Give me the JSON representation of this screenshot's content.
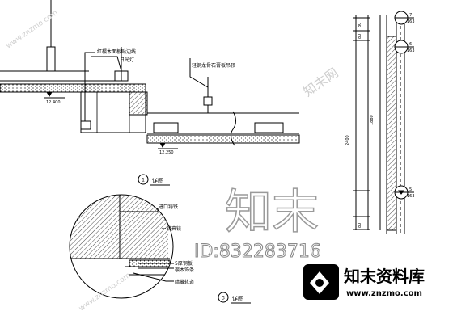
{
  "drawing": {
    "note_ceiling_light": "红樱木面板贴边线",
    "note_fluorescent": "日光灯",
    "note_gypsum": "轻钢龙骨石膏板吊顶",
    "elev_1": "12.400",
    "elev_2": "12.250",
    "detail_label": "详图",
    "detail_1_num": "1",
    "detail_3_num": "3",
    "note_door_handle": "进口铸铁",
    "note_hinge": "暗夹铰",
    "note_layer_1": "5厚钢板",
    "note_layer_2": "樱木饰条",
    "note_layer_3": "暗藏轨道",
    "dims_vertical": [
      "80",
      "80",
      "1880",
      "2400",
      "80"
    ],
    "marker_a": {
      "top": "7",
      "bottom": "163"
    },
    "marker_b": {
      "top": "6",
      "bottom": "163"
    },
    "marker_c": {
      "top": "5",
      "bottom": "163"
    }
  },
  "watermark": {
    "brand_big": "知末",
    "id_text": "ID:832283716",
    "brand_site": "知末资料库",
    "url": "www.znzmo.com",
    "diag_1": "www.znzmo.com",
    "diag_2": "知末网",
    "diag_3": "www.znzmo.com"
  }
}
